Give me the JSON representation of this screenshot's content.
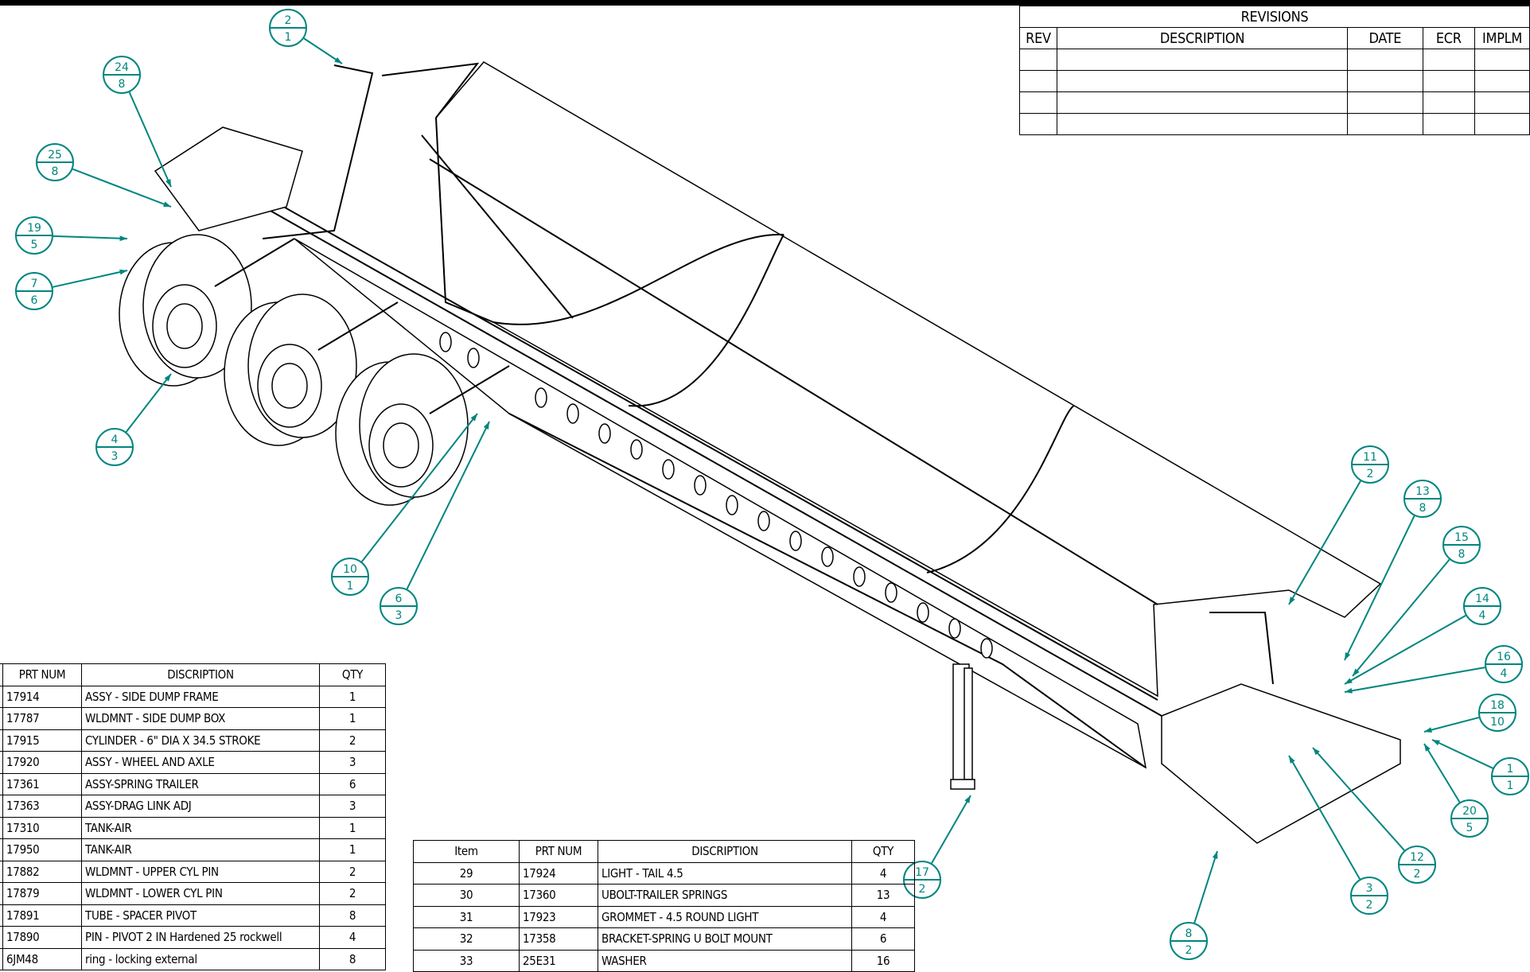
{
  "revisions": {
    "title": "REVISIONS",
    "headers": [
      "REV",
      "DESCRIPTION",
      "DATE",
      "ECR",
      "IMPLM"
    ],
    "rows": [
      [
        "",
        "",
        "",
        "",
        ""
      ],
      [
        "",
        "",
        "",
        "",
        ""
      ],
      [
        "",
        "",
        "",
        "",
        ""
      ],
      [
        "",
        "",
        "",
        "",
        ""
      ]
    ]
  },
  "bom_left": {
    "headers": [
      "PRT NUM",
      "DISCRIPTION",
      "QTY"
    ],
    "rows": [
      [
        "17914",
        "ASSY - SIDE DUMP FRAME",
        "1"
      ],
      [
        "17787",
        "WLDMNT - SIDE DUMP BOX",
        "1"
      ],
      [
        "17915",
        "CYLINDER - 6\" DIA X 34.5 STROKE",
        "2"
      ],
      [
        "17920",
        "ASSY - WHEEL AND AXLE",
        "3"
      ],
      [
        "17361",
        "ASSY-SPRING TRAILER",
        "6"
      ],
      [
        "17363",
        "ASSY-DRAG LINK ADJ",
        "3"
      ],
      [
        "17310",
        "TANK-AIR",
        "1"
      ],
      [
        "17950",
        "TANK-AIR",
        "1"
      ],
      [
        "17882",
        "WLDMNT - UPPER CYL PIN",
        "2"
      ],
      [
        "17879",
        "WLDMNT - LOWER CYL PIN",
        "2"
      ],
      [
        "17891",
        "TUBE - SPACER PIVOT",
        "8"
      ],
      [
        "17890",
        "PIN - PIVOT 2 IN Hardened 25 rockwell",
        "4"
      ],
      [
        "6JM48",
        "ring - locking external",
        "8"
      ]
    ]
  },
  "bom_right": {
    "headers": [
      "Item",
      "PRT NUM",
      "DISCRIPTION",
      "QTY"
    ],
    "rows": [
      [
        "29",
        "17924",
        "LIGHT - TAIL 4.5",
        "4"
      ],
      [
        "30",
        "17360",
        "UBOLT-TRAILER SPRINGS",
        "13"
      ],
      [
        "31",
        "17923",
        "GROMMET - 4.5 ROUND LIGHT",
        "4"
      ],
      [
        "32",
        "17358",
        "BRACKET-SPRING U BOLT MOUNT",
        "6"
      ],
      [
        "33",
        "25E31",
        "WASHER",
        "16"
      ]
    ]
  },
  "balloons": [
    {
      "item": "2",
      "qty": "1"
    },
    {
      "item": "24",
      "qty": "8"
    },
    {
      "item": "25",
      "qty": "8"
    },
    {
      "item": "19",
      "qty": "5"
    },
    {
      "item": "7",
      "qty": "6"
    },
    {
      "item": "4",
      "qty": "3"
    },
    {
      "item": "10",
      "qty": "1"
    },
    {
      "item": "6",
      "qty": "3"
    },
    {
      "item": "11",
      "qty": "2"
    },
    {
      "item": "13",
      "qty": "8"
    },
    {
      "item": "15",
      "qty": "8"
    },
    {
      "item": "14",
      "qty": "4"
    },
    {
      "item": "16",
      "qty": "4"
    },
    {
      "item": "18",
      "qty": "10"
    },
    {
      "item": "1",
      "qty": "1"
    },
    {
      "item": "20",
      "qty": "5"
    },
    {
      "item": "12",
      "qty": "2"
    },
    {
      "item": "3",
      "qty": "2"
    },
    {
      "item": "8",
      "qty": "2"
    },
    {
      "item": "17",
      "qty": "2"
    }
  ],
  "colors": {
    "balloon": "#00857f",
    "line": "#000000"
  }
}
